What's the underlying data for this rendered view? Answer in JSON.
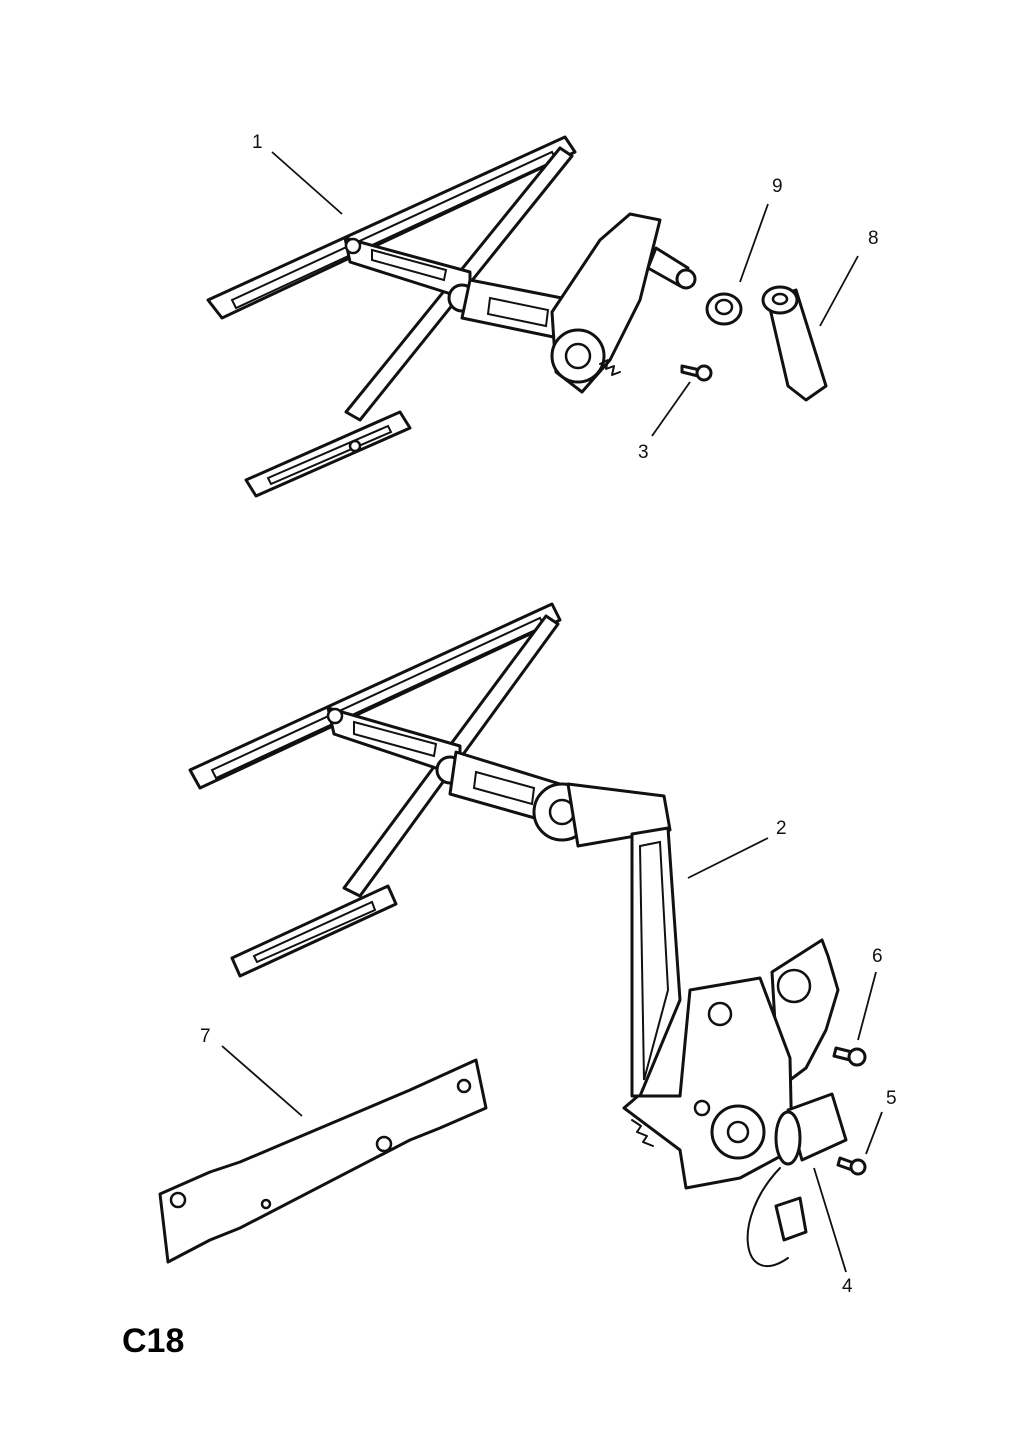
{
  "page_code": "C18",
  "callouts": [
    {
      "id": "1",
      "label": "1"
    },
    {
      "id": "2",
      "label": "2"
    },
    {
      "id": "3",
      "label": "3"
    },
    {
      "id": "4",
      "label": "4"
    },
    {
      "id": "5",
      "label": "5"
    },
    {
      "id": "6",
      "label": "6"
    },
    {
      "id": "7",
      "label": "7"
    },
    {
      "id": "8",
      "label": "8"
    },
    {
      "id": "9",
      "label": "9"
    }
  ]
}
